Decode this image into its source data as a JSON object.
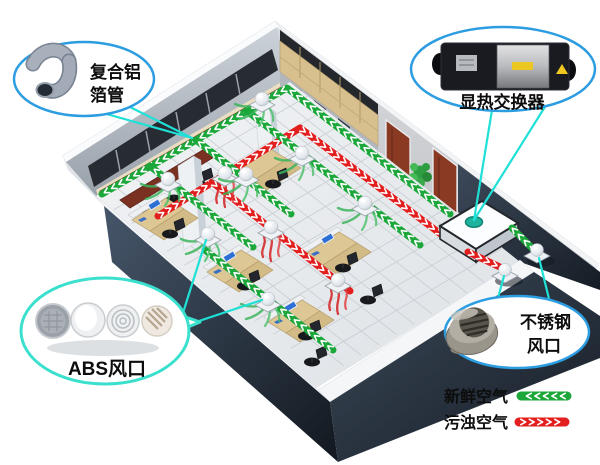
{
  "callouts": {
    "foil_pipe": {
      "label_line1": "复合铝",
      "label_line2": "箔管"
    },
    "heat_exchanger": {
      "label": "显热交换器"
    },
    "abs_vent": {
      "label": "ABS风口"
    },
    "stainless_vent": {
      "label_line1": "不锈钢",
      "label_line2": "风口"
    }
  },
  "legend": {
    "fresh_air": {
      "label": "新鲜空气"
    },
    "polluted_air": {
      "label": "污浊空气"
    }
  },
  "colors": {
    "duct_green": "#1ba73a",
    "duct_red": "#e31e1e",
    "callout_blue": "#2b9de0",
    "connector_cyan": "#1fe0d6",
    "bubble_teal": "#3ae0cd",
    "heat_exchanger_dot_teal": "#1db39f",
    "exterior_wall_dark": "#2c3947",
    "wisp_green": "#3cb45c",
    "wisp_red": "#d42020"
  },
  "scene": {
    "supply_diffusers": 7,
    "exhaust_diffusers": 3,
    "exterior_vents": 2,
    "heat_recovery_units": 1
  }
}
